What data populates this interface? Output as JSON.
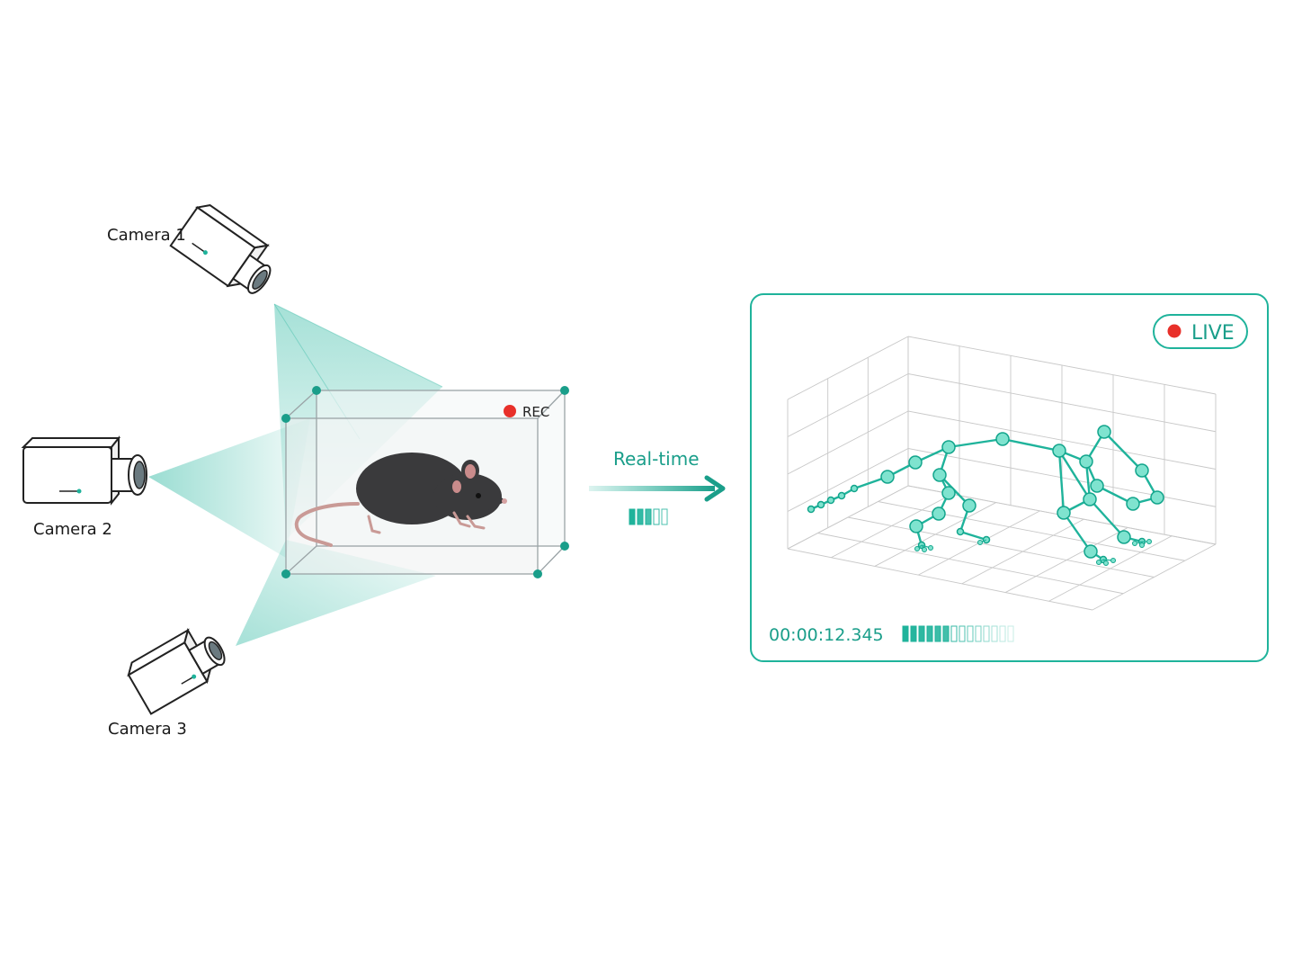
{
  "cameras": [
    {
      "label": "Camera 1"
    },
    {
      "label": "Camera 2"
    },
    {
      "label": "Camera 3"
    }
  ],
  "arena": {
    "rec_label": "REC"
  },
  "transfer": {
    "label": "Real-time",
    "level": 0.6
  },
  "viewer": {
    "live_label": "LIVE",
    "timestamp": "00:00:12.345",
    "buffer_level": 0.45
  },
  "colors": {
    "accent": "#1fb39b",
    "record": "#e8302a",
    "mouse": "#3a3a3c",
    "grid": "#c8c8c8"
  }
}
